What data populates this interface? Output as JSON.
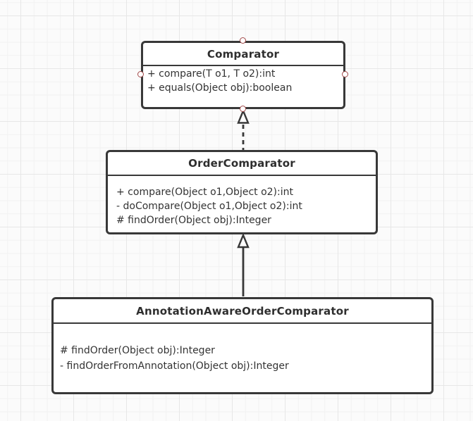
{
  "canvas": {
    "type": "uml-class-diagram",
    "grid": "on"
  },
  "classes": [
    {
      "name": "Comparator",
      "methods": [
        "+ compare(T o1, T o2):int",
        "+ equals(Object obj):boolean"
      ]
    },
    {
      "name": "OrderComparator",
      "methods": [
        "+ compare(Object o1,Object o2):int",
        "- doCompare(Object o1,Object o2):int",
        "# findOrder(Object obj):Integer"
      ]
    },
    {
      "name": "AnnotationAwareOrderComparator",
      "methods": [
        "# findOrder(Object obj):Integer",
        "- findOrderFromAnnotation(Object obj):Integer"
      ]
    }
  ],
  "relations": [
    {
      "type": "realization",
      "from": "OrderComparator",
      "to": "Comparator",
      "line_style": "dashed",
      "arrowhead": "hollow-triangle"
    },
    {
      "type": "generalization",
      "from": "AnnotationAwareOrderComparator",
      "to": "OrderComparator",
      "line_style": "solid",
      "arrowhead": "hollow-triangle"
    }
  ],
  "colors": {
    "shape_border": "#383838",
    "shape_fill": "#ffffff",
    "text": "#333333",
    "anchor_ring": "#a34a4a",
    "grid_minor": "#f2f2f2",
    "grid_major": "#e7e7e7",
    "canvas_background": "#fbfbfb"
  }
}
